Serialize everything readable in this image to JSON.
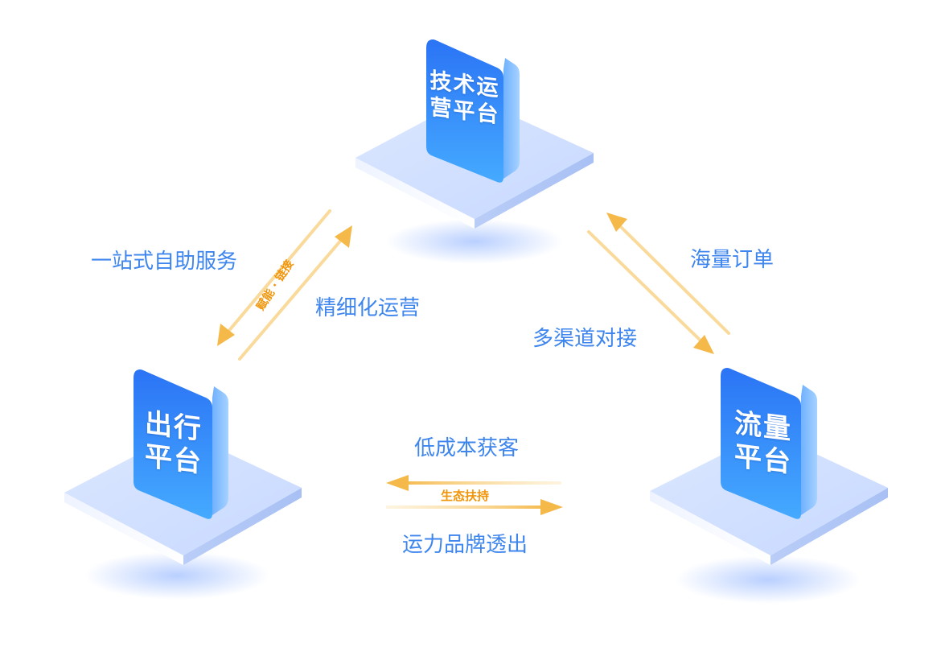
{
  "platforms": {
    "tech": {
      "line1": "技术运",
      "line2": "营平台"
    },
    "travel": {
      "line1": "出行",
      "line2": "平台"
    },
    "traffic": {
      "line1": "流量",
      "line2": "平台"
    }
  },
  "labels": {
    "one_stop": "一站式自助服务",
    "fine_ops": "精细化运营",
    "mass_orders": "海量订单",
    "multi_channel": "多渠道对接",
    "low_cost": "低成本获客",
    "brand": "运力品牌透出"
  },
  "tags": {
    "empower": "赋能 · 链接",
    "ecology": "生态扶持"
  },
  "colors": {
    "block_top": "#2f7cf6",
    "block_bottom": "#3fa6ff",
    "label": "#3e86ee",
    "arrow": "#f6c15a",
    "tag": "#f0950a",
    "platform": "#d9e6ff"
  }
}
